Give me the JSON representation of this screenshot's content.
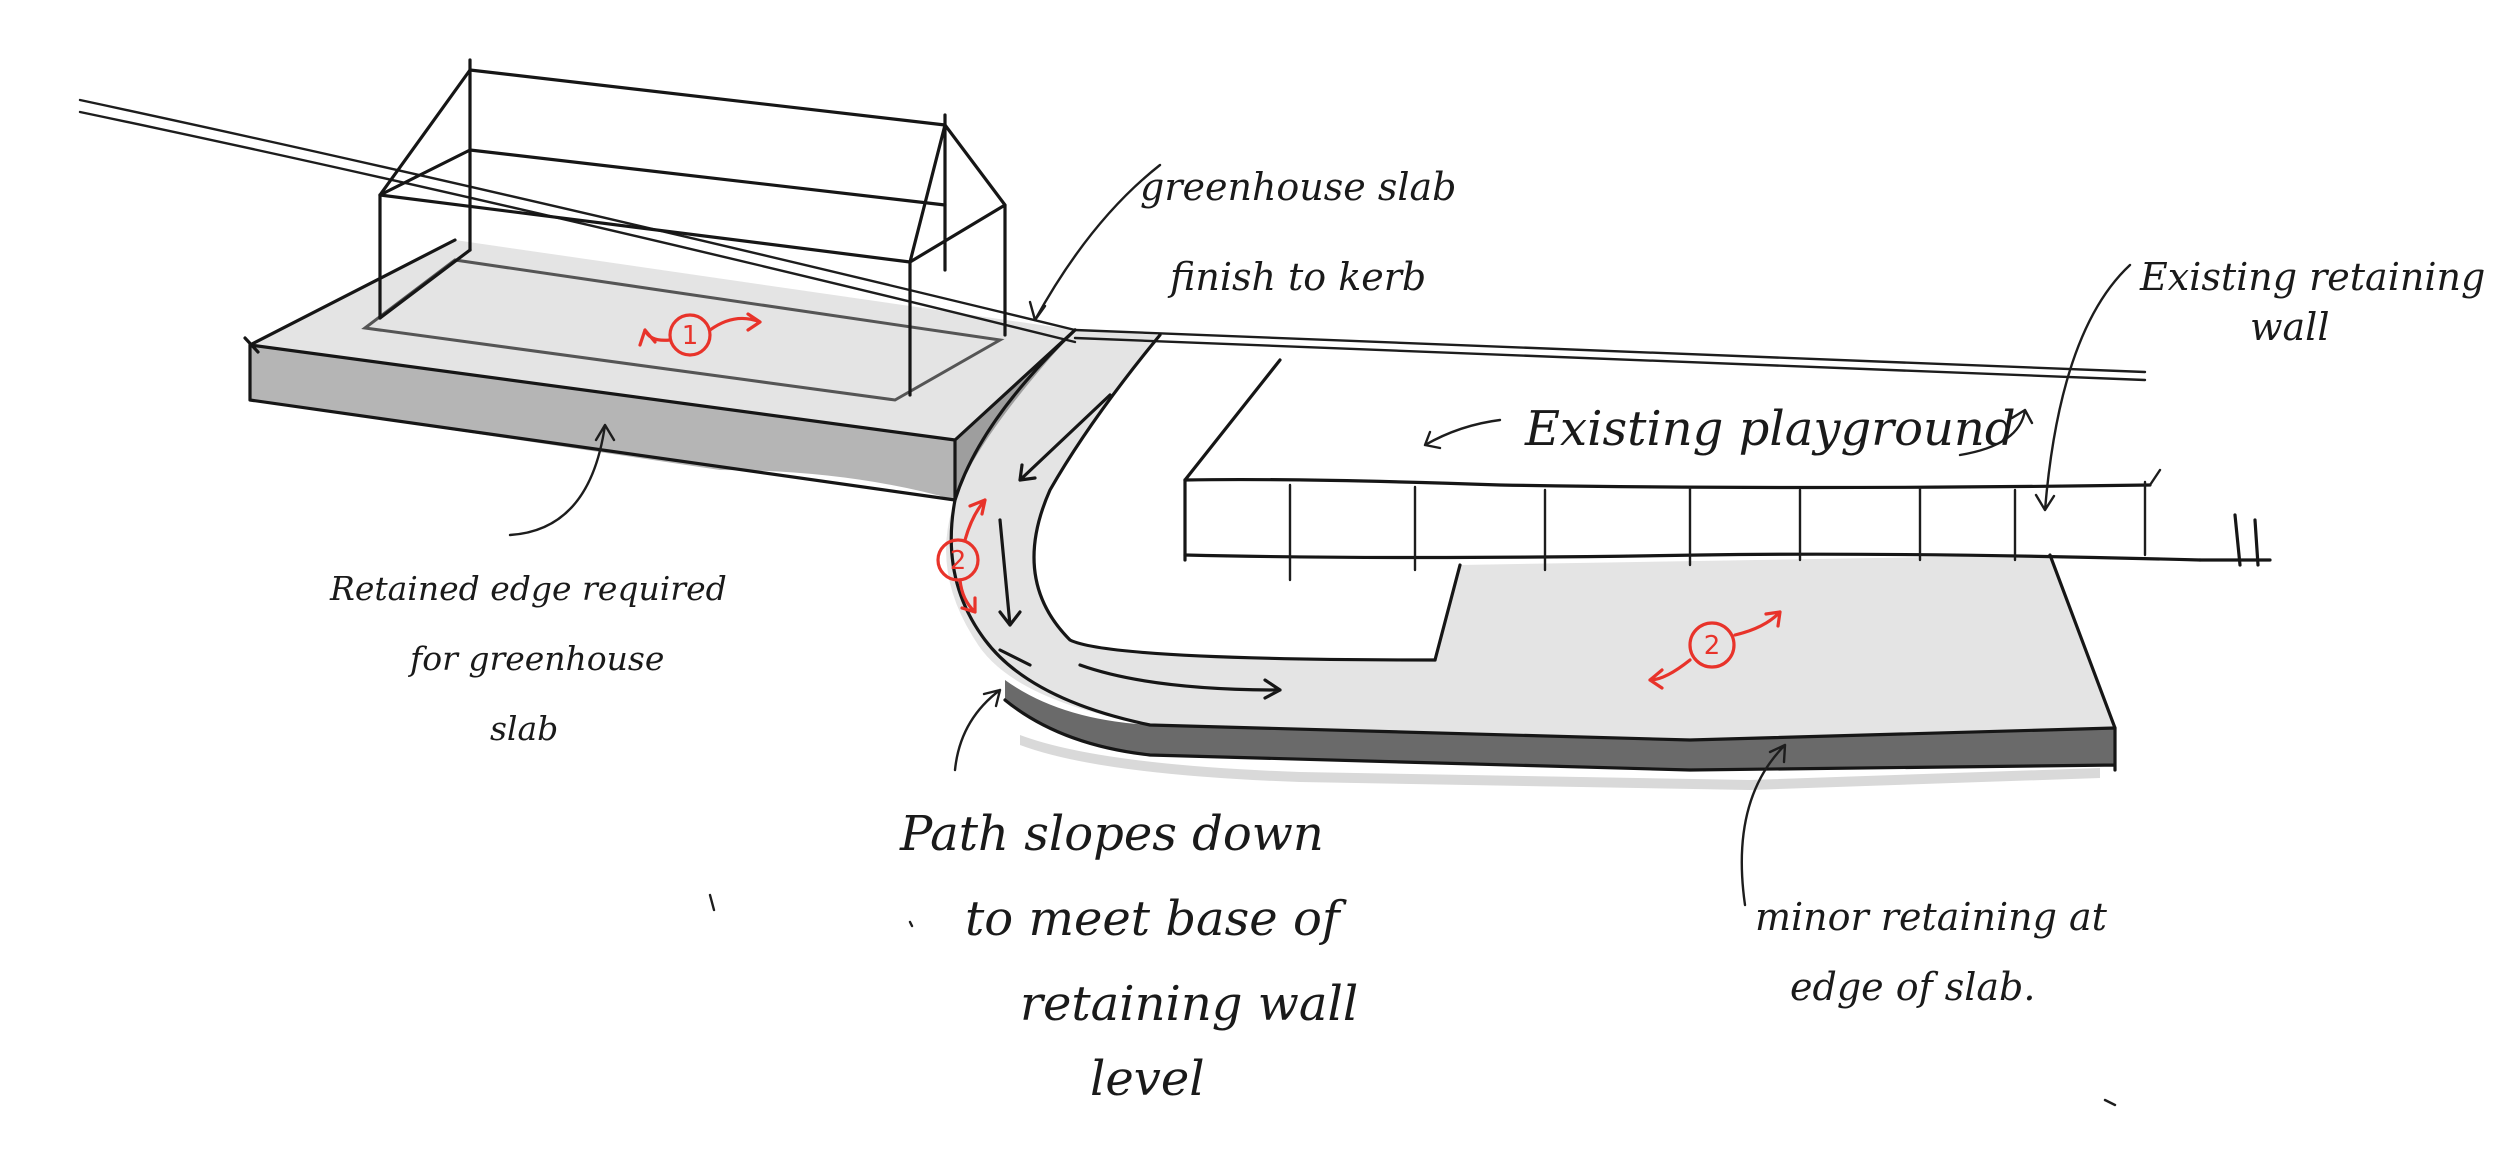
{
  "annotations": {
    "greenhouse_slab": [
      "greenhouse slab",
      "finish to kerb"
    ],
    "existing_wall": [
      "Existing retaining",
      "wall"
    ],
    "existing_playground": "Existing playground",
    "retained_edge": [
      "Retained edge required",
      "for greenhouse",
      "slab"
    ],
    "path_slopes": [
      "Path slopes down",
      "to meet base of",
      "retaining wall",
      "level"
    ],
    "minor_retaining": [
      "minor retaining at",
      "edge of slab."
    ]
  },
  "markers": {
    "zone_1": "1",
    "zone_2a": "2",
    "zone_2b": "2"
  },
  "colors": {
    "ink": "#161616",
    "red_marker": "#e8332a",
    "slab_top": "#e4e4e4",
    "slab_side_greenhouse": "#b5b5b5",
    "slab_side_playground": "#6a6a6a",
    "path_side": "#9e9e9e"
  }
}
